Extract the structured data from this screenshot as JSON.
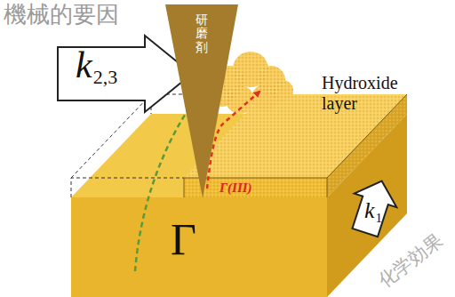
{
  "diagram": {
    "nodes": [
      {
        "text": [
          "k",
          "2,3"
        ]
      },
      {
        "text": [
          "研磨剤"
        ]
      },
      {
        "text": [
          "Hydroxide layer",
          "Γ(III)"
        ]
      },
      {
        "text": [
          "Γ"
        ]
      },
      {
        "text": [
          "k",
          "1"
        ]
      }
    ],
    "labels": [
      "機械的要因",
      "化学効果"
    ]
  }
}
